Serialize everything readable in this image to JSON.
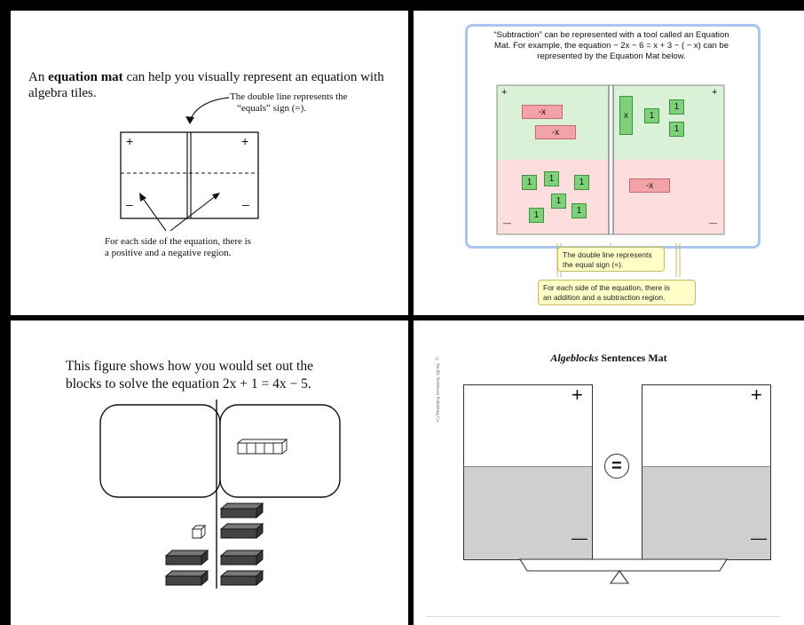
{
  "panel1": {
    "intro_pre": "An ",
    "intro_bold": "equation mat",
    "intro_post": " can help you visually represent an equation with algebra tiles.",
    "double_line_note_1": "The double line represents the",
    "double_line_note_2": "“equals” sign (=).",
    "plus": "+",
    "minus": "–",
    "regions_note_1": "For each side of the equation, there is",
    "regions_note_2": "a positive and a negative region."
  },
  "panel2": {
    "header_1": "“Subtraction” can be represented with a tool called an Equation",
    "header_2": "Mat. For example, the equation  − 2x − 6 = x + 3 − ( − x)  can be",
    "header_3": "represented by the Equation Mat below.",
    "plus": "+",
    "minus": "—",
    "neg_x": "-x",
    "x": "x",
    "one": "1",
    "callout_double_1": "The double line represents",
    "callout_double_2": "the equal sign (=).",
    "callout_regions_1": "For each side of the equation, there is",
    "callout_regions_2": "an addition and a subtraction region.",
    "colors": {
      "add_region": "#d9f1d6",
      "sub_region": "#fbdedd",
      "border": "#a9c6ef"
    }
  },
  "panel3": {
    "caption_1": "This figure shows how you would set out the",
    "caption_2": "blocks to solve the equation 2x + 1 = 4x − 5."
  },
  "panel4": {
    "side_text": "© Pacific Northwest Publishing Co.",
    "title_bold": "Algeblocks",
    "title_rest": " Sentences Mat",
    "plus": "+",
    "minus": "—",
    "equals": "="
  }
}
